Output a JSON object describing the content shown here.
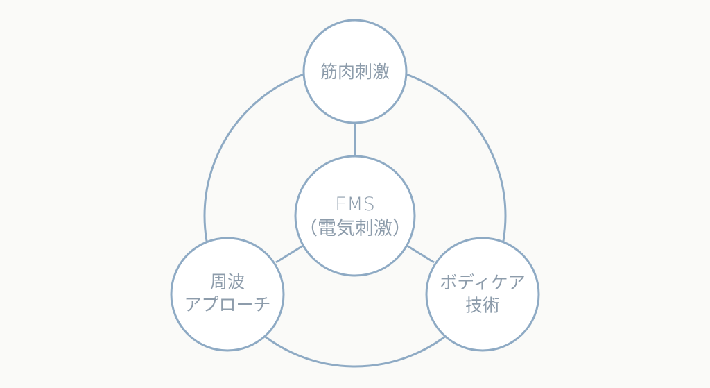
{
  "diagram": {
    "type": "hub-and-spoke with outer ring",
    "colors": {
      "stroke": "#8eaac4",
      "text": "#8d9cab",
      "background": "#fafaf8",
      "node_fill": "#ffffff"
    },
    "center": {
      "id": "ems",
      "lines": [
        "EMS",
        "（電気刺激）"
      ]
    },
    "nodes": [
      {
        "id": "muscle",
        "position": "top",
        "lines": [
          "筋肉刺激"
        ]
      },
      {
        "id": "frequency",
        "position": "bottom-left",
        "lines": [
          "周波",
          "アプローチ"
        ]
      },
      {
        "id": "bodycare",
        "position": "bottom-right",
        "lines": [
          "ボディケア",
          "技術"
        ]
      }
    ],
    "edges": [
      {
        "from": "ems",
        "to": "muscle"
      },
      {
        "from": "ems",
        "to": "frequency"
      },
      {
        "from": "ems",
        "to": "bodycare"
      }
    ],
    "outer_ring": "connects all three outer nodes"
  }
}
